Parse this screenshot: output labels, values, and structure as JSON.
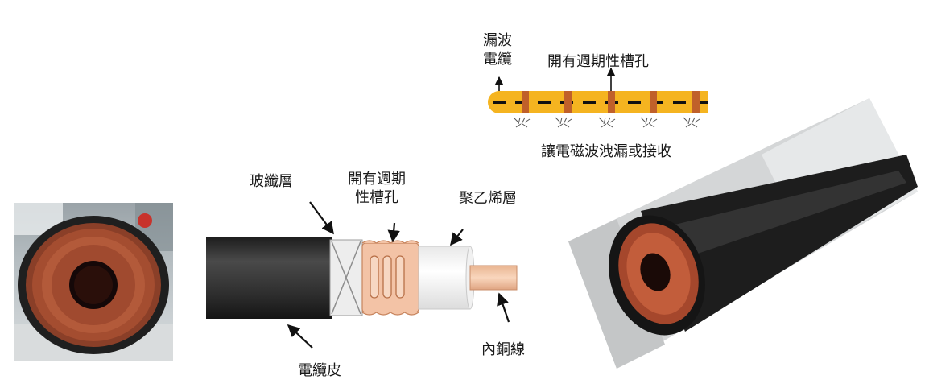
{
  "labels": {
    "leaky_cable_line1": "漏波",
    "leaky_cable_line2": "電纜",
    "periodic_slots_top": "開有週期性槽孔",
    "em_leak_receive": "讓電磁波洩漏或接收",
    "fiberglass_layer": "玻纖層",
    "periodic_slots_line1": "開有週期",
    "periodic_slots_line2": "性槽孔",
    "polyethylene_layer": "聚乙烯層",
    "inner_copper_wire": "內銅線",
    "cable_jacket": "電纜皮"
  },
  "colors": {
    "cable_jacket": "#2b2b2b",
    "fiberglass": "#eeeeee",
    "copper_corrugated": "#f3c3a6",
    "polyethylene": "#f4f4f4",
    "inner_copper": "#f5c9a8",
    "leaky_cable_body": "#f5b420",
    "slot": "#c0602a"
  }
}
